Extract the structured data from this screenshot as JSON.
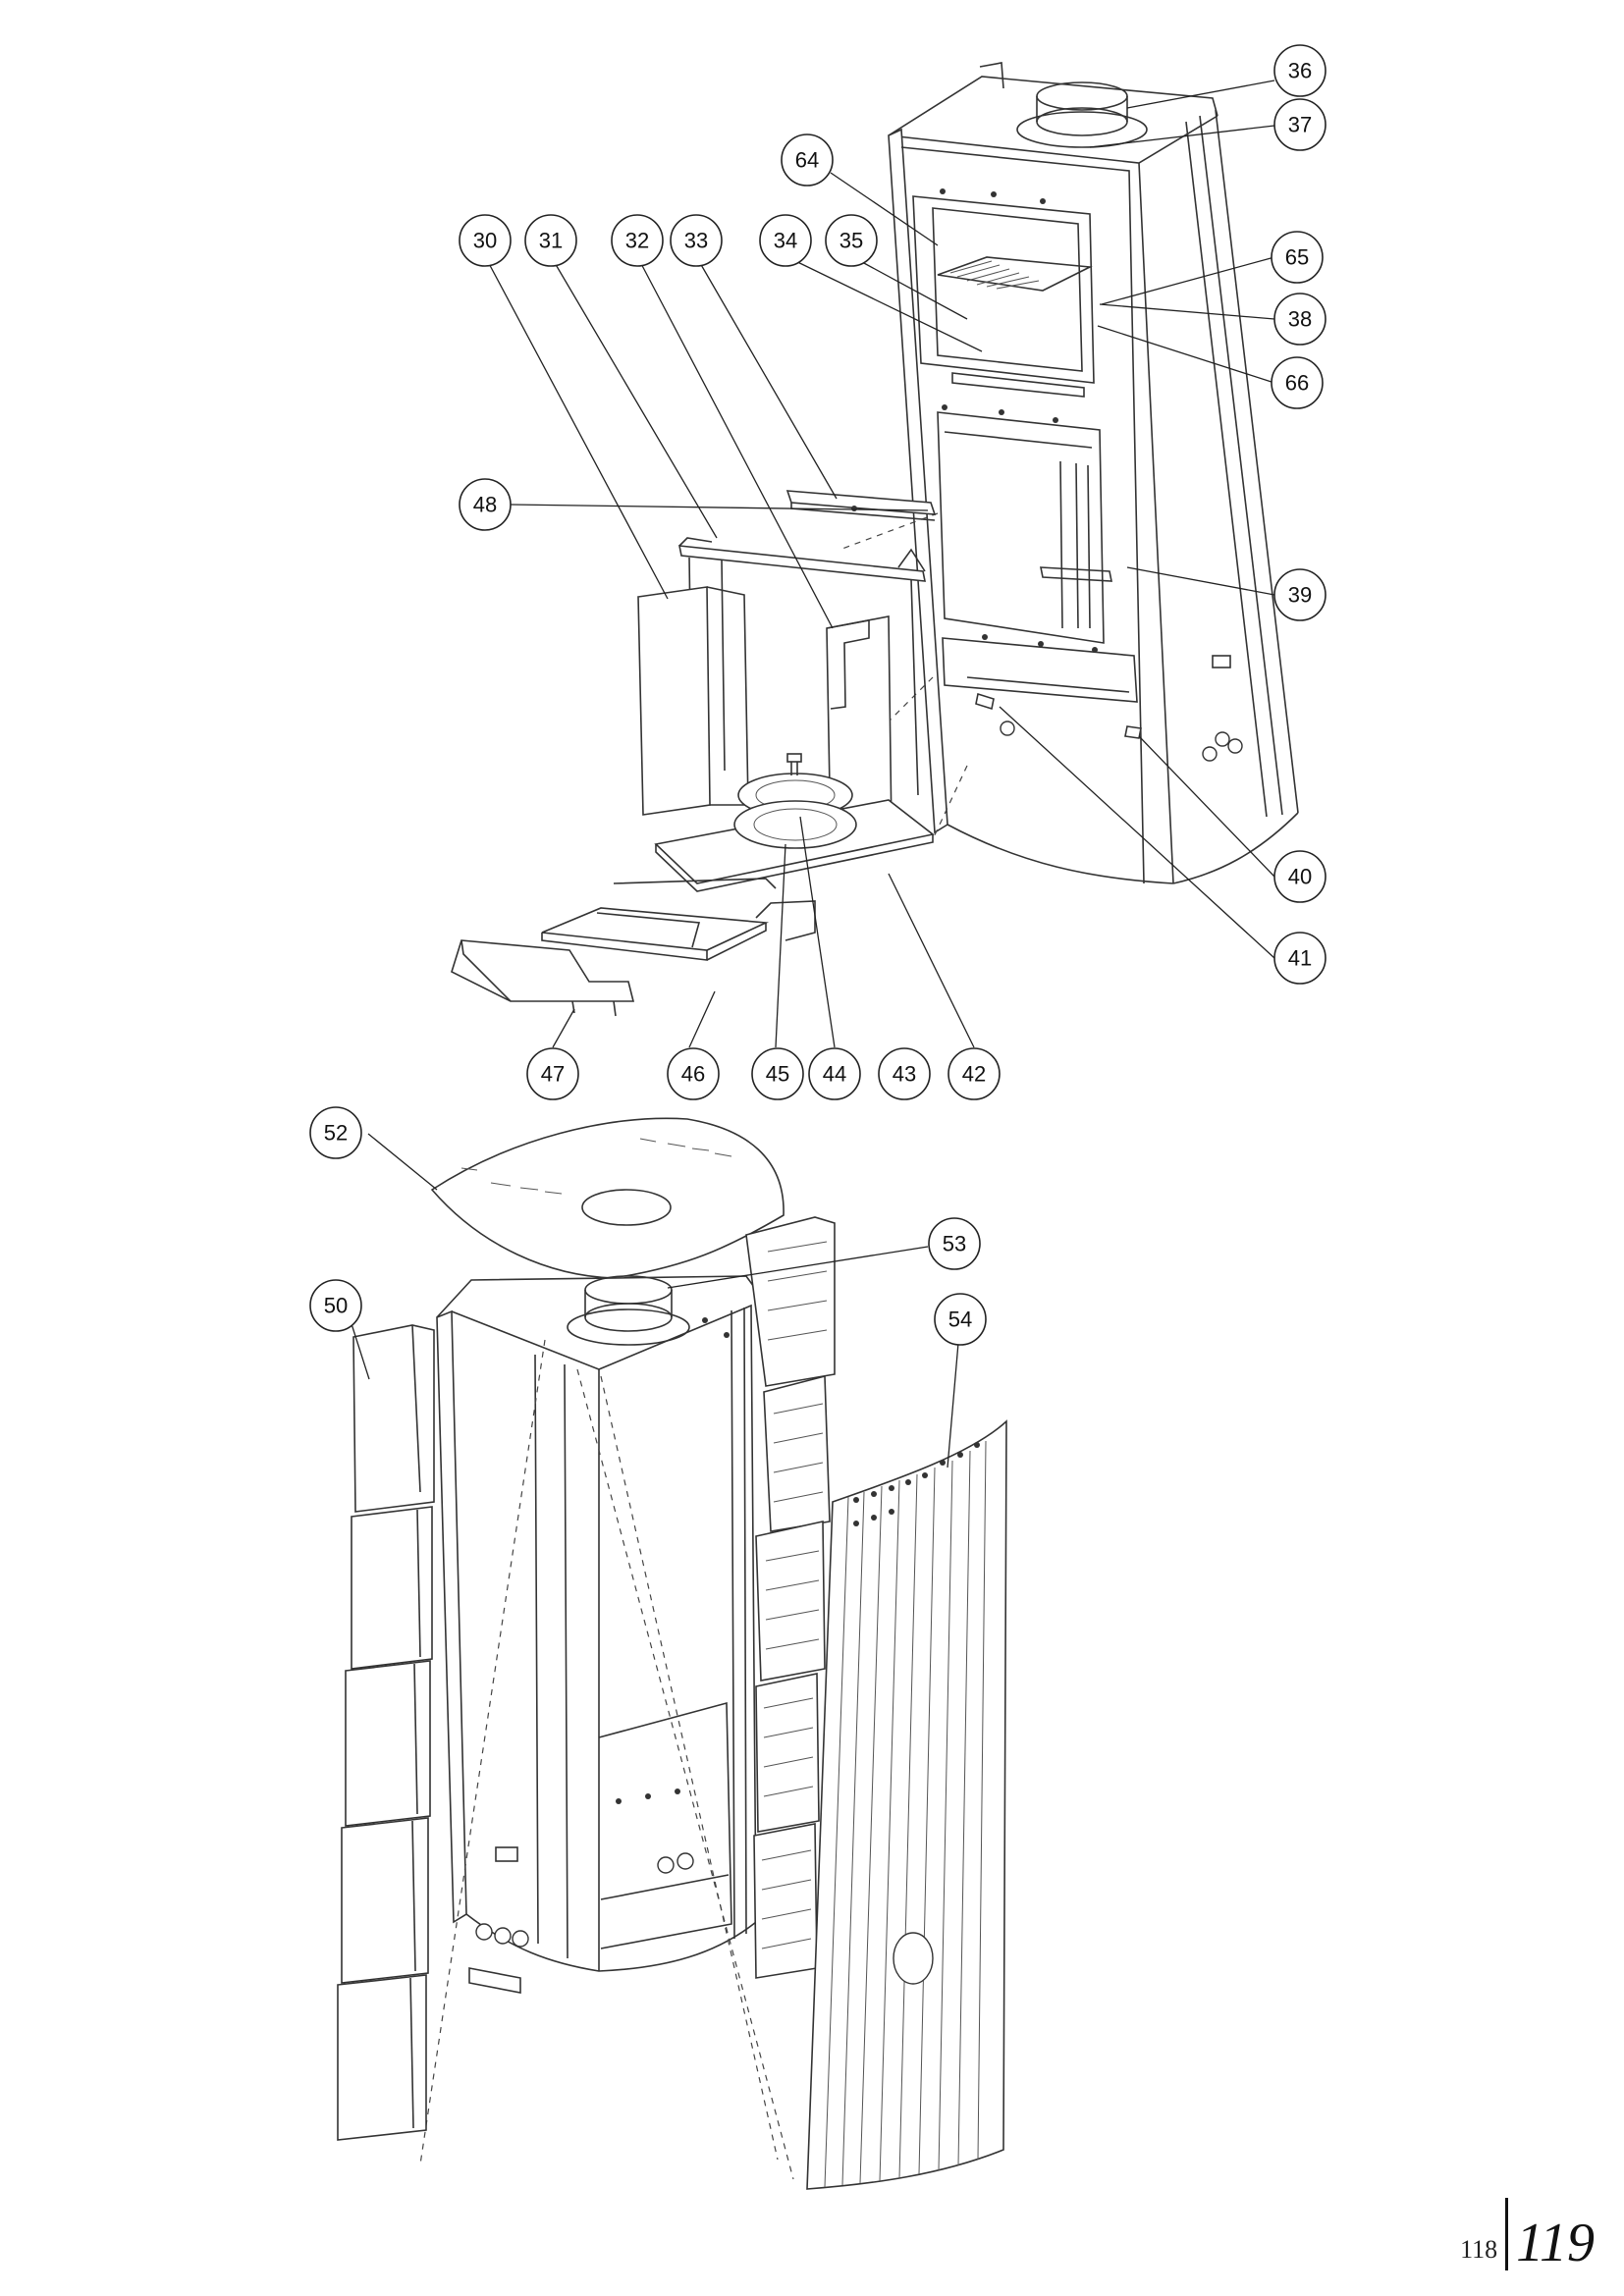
{
  "callouts": {
    "upper": [
      "30",
      "31",
      "32",
      "33",
      "34",
      "35",
      "36",
      "37",
      "64",
      "65",
      "38",
      "66",
      "48",
      "39",
      "40",
      "41",
      "47",
      "46",
      "45",
      "44",
      "43",
      "42"
    ],
    "lower": [
      "52",
      "53",
      "50",
      "54"
    ]
  },
  "page": {
    "left": "118",
    "right": "119"
  }
}
